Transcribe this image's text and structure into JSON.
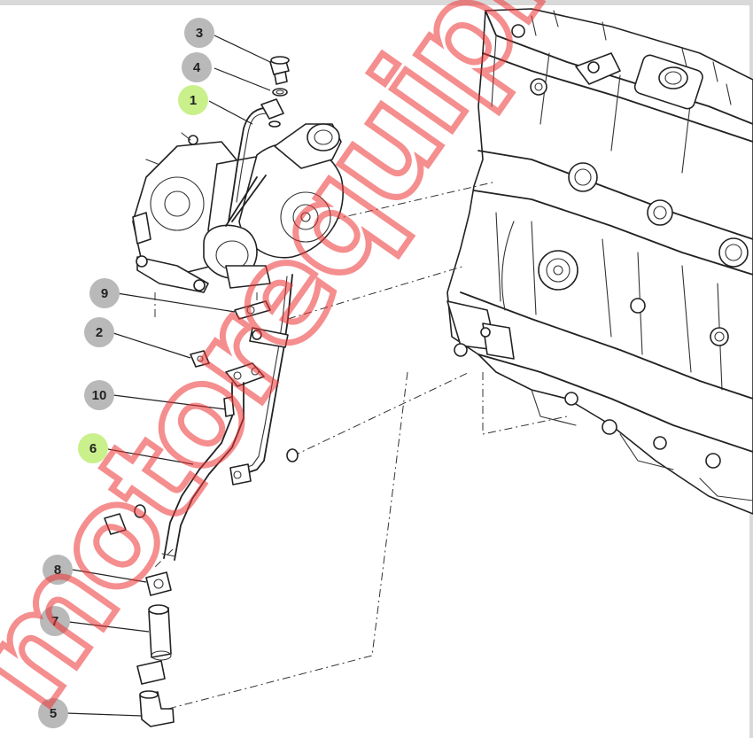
{
  "callouts": [
    {
      "id": "3",
      "highlight": false
    },
    {
      "id": "4",
      "highlight": false
    },
    {
      "id": "1",
      "highlight": true
    },
    {
      "id": "9",
      "highlight": false
    },
    {
      "id": "2",
      "highlight": false
    },
    {
      "id": "10",
      "highlight": false
    },
    {
      "id": "6",
      "highlight": true
    },
    {
      "id": "8",
      "highlight": false
    },
    {
      "id": "7",
      "highlight": false
    },
    {
      "id": "5",
      "highlight": false
    }
  ],
  "colors": {
    "callout_default": "#b9b9b9",
    "callout_highlight": "#c9f08a",
    "watermark": "#e33333",
    "line": "#222222"
  },
  "watermark_text": "motorequipment"
}
